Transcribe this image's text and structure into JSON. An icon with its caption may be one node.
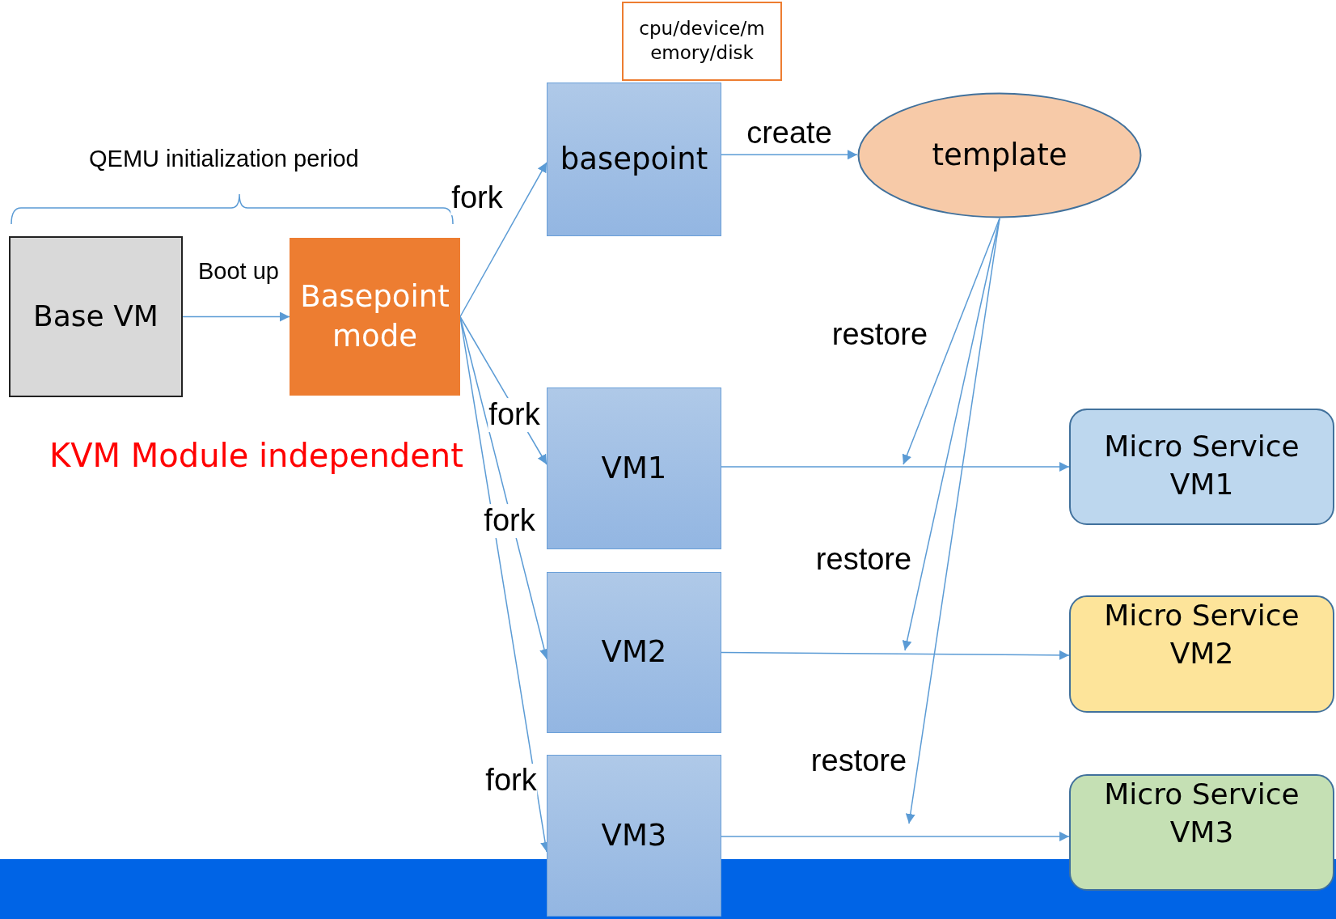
{
  "diagram": {
    "nodes": [
      {
        "text": [
          "Base VM"
        ]
      },
      {
        "text": [
          "Basepoint mode"
        ]
      },
      {
        "text": [
          "basepoint"
        ]
      },
      {
        "text": [
          "cpu/device/memory/disk"
        ]
      },
      {
        "text": [
          "template"
        ]
      },
      {
        "text": [
          "VM1"
        ]
      },
      {
        "text": [
          "VM2"
        ]
      },
      {
        "text": [
          "VM3"
        ]
      },
      {
        "text": [
          "Micro Service VM1"
        ]
      },
      {
        "text": [
          "Micro Service VM2"
        ]
      },
      {
        "text": [
          "Micro Service VM3"
        ]
      },
      {
        "text": [],
        "shape": "bar"
      }
    ],
    "edges": [
      {
        "from": 0,
        "to": 1,
        "arrow": "to",
        "label": "Boot up"
      },
      {
        "from": 1,
        "to": 2,
        "arrow": "to",
        "label": "fork"
      },
      {
        "from": 2,
        "to": 4,
        "arrow": "to",
        "label": "create"
      },
      {
        "from": 1,
        "to": 5,
        "arrow": "to",
        "label": "fork"
      },
      {
        "from": 1,
        "to": 6,
        "arrow": "to",
        "label": "fork"
      },
      {
        "from": 1,
        "to": 7,
        "arrow": "to",
        "label": "fork"
      },
      {
        "from": 4,
        "to": null,
        "arrow": "to",
        "label": "restore"
      },
      {
        "from": 4,
        "to": null,
        "arrow": "to",
        "label": "restore"
      },
      {
        "from": 4,
        "to": null,
        "arrow": "to",
        "label": "restore"
      },
      {
        "from": 5,
        "to": 8,
        "arrow": "to"
      },
      {
        "from": 6,
        "to": 9,
        "arrow": "to"
      },
      {
        "from": 7,
        "to": 10,
        "arrow": "to"
      }
    ],
    "labels": [
      "QEMU initialization period",
      "KVM Module independent"
    ]
  }
}
